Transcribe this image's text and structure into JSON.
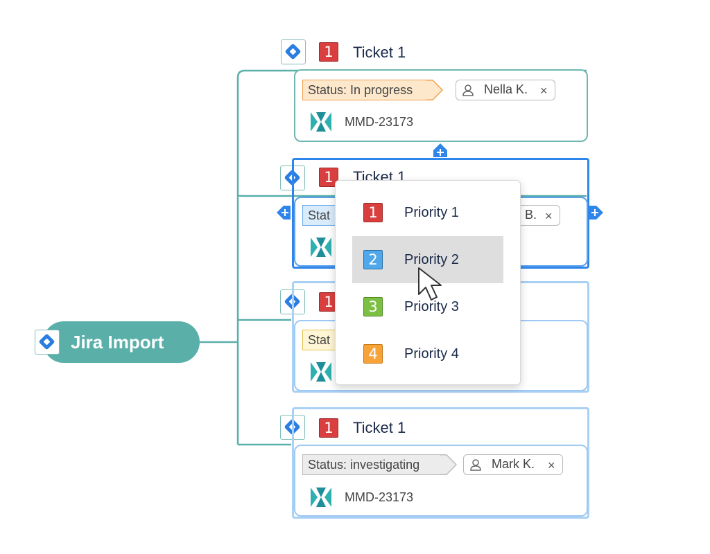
{
  "root": {
    "label": "Jira Import",
    "icon": "jira-diamond-icon"
  },
  "colors": {
    "teal": "#5aafa9",
    "selected_blue": "#2f86ea",
    "priority_red": "#d93f3f",
    "priority_blue": "#4ea8ea",
    "priority_green": "#7cc043",
    "priority_orange": "#f7a33a"
  },
  "tickets": [
    {
      "title": "Ticket 1",
      "priority": "1",
      "status": "Status: In progress",
      "assignee": "Nella K.",
      "key": "MMD-23173"
    },
    {
      "title": "Ticket 1",
      "priority": "1",
      "status": "Stat",
      "assignee": "B.",
      "key": ""
    },
    {
      "title": "",
      "priority": "1",
      "status": "Stat",
      "assignee": "",
      "key": ""
    },
    {
      "title": "Ticket 1",
      "priority": "1",
      "status": "Status: investigating",
      "assignee": "Mark K.",
      "key": "MMD-23173"
    }
  ],
  "priority_menu": {
    "items": [
      {
        "number": "1",
        "label": "Priority 1"
      },
      {
        "number": "2",
        "label": "Priority 2"
      },
      {
        "number": "3",
        "label": "Priority 3"
      },
      {
        "number": "4",
        "label": "Priority 4"
      }
    ],
    "highlighted": "Priority 2"
  },
  "icons": {
    "close": "×",
    "plus": "+"
  }
}
